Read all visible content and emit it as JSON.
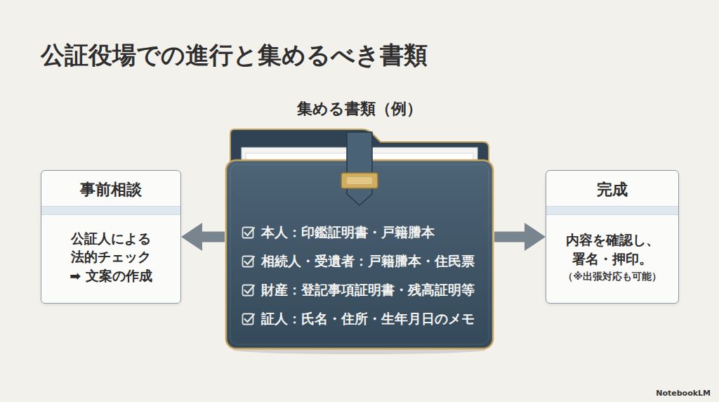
{
  "diagram": {
    "title": "公証役場での進行と集めるべき書類",
    "nodes": [
      {
        "text": [
          "事前相談",
          "公証人による 法的チェック ➡ 文案の作成"
        ]
      },
      {
        "text": [
          "集める書類（例）",
          "本人：印鑑証明書・戸籍謄本",
          "相続人・受遺者：戸籍謄本・住民票",
          "財産：登記事項証明書・残高証明等",
          "証人：氏名・住所・生年月日のメモ"
        ]
      },
      {
        "text": [
          "完成",
          "内容を確認し、 署名・押印。",
          "（※出張対応も可能）"
        ]
      }
    ],
    "edges": [
      {
        "from": 1,
        "to": 0,
        "arrow": "to"
      },
      {
        "from": 1,
        "to": 2,
        "arrow": "to"
      }
    ],
    "labels": [
      "NotebookLM"
    ]
  }
}
